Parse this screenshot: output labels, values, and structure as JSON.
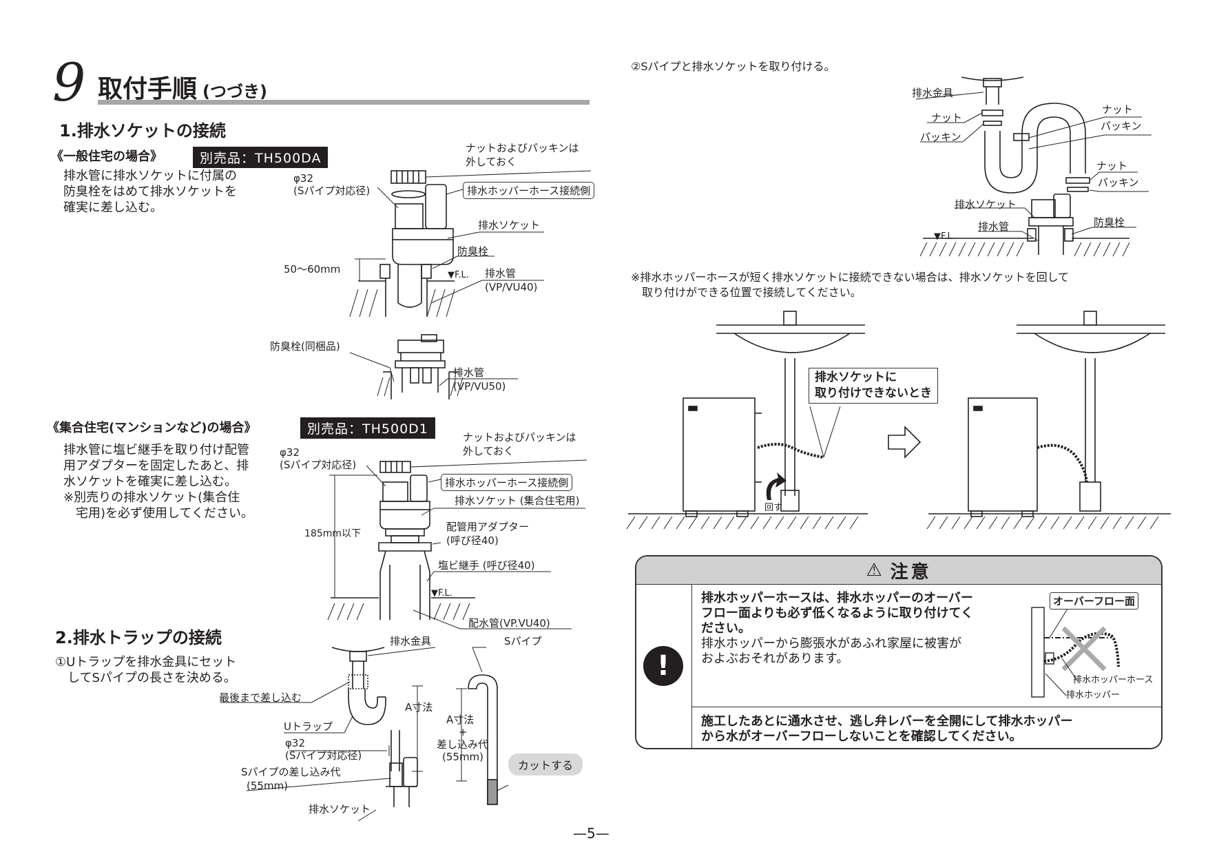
{
  "header": {
    "number": "9",
    "title": "取付手順",
    "subtitle": "(つづき)"
  },
  "sec1": {
    "title": "1.排水ソケットの接続",
    "general": {
      "heading": "《一般住宅の場合》",
      "tag": "別売品：TH500DA",
      "desc": [
        "排水管に排水ソケットに付属の",
        "防臭栓をはめて排水ソケットを",
        "確実に差し込む。"
      ],
      "labels": {
        "nut_note1": "ナットおよびパッキンは",
        "nut_note2": "外しておく",
        "phi": "φ32",
        "phi_sub": "(Sパイプ対応径)",
        "hopper_side": "排水ホッパーホース接続側",
        "socket": "排水ソケット",
        "odor_plug": "防臭栓",
        "dim": "50～60mm",
        "fl": "▼F.L.",
        "pipe": "排水管",
        "pipe_spec": "(VP/VU40)"
      },
      "sub_labels": {
        "plug": "防臭栓(同梱品)",
        "pipe": "排水管",
        "pipe_spec": "(VP/VU50)"
      }
    },
    "apartment": {
      "heading": "《集合住宅(マンションなど)の場合》",
      "tag": "別売品：TH500D1",
      "desc": [
        "排水管に塩ビ継手を取り付け配管",
        "用アダプターを固定したあと、排",
        "水ソケットを確実に差し込む。",
        "※別売りの排水ソケット(集合住",
        "　宅用)を必ず使用してください。"
      ],
      "labels": {
        "nut_note1": "ナットおよびパッキンは",
        "nut_note2": "外しておく",
        "phi": "φ32",
        "phi_sub": "(Sパイプ対応径)",
        "hopper_side": "排水ホッパーホース接続側",
        "socket": "排水ソケット (集合住宅用)",
        "dim": "185mm以下",
        "adapter1": "配管用アダプター",
        "adapter2": "(呼び径40)",
        "joint": "塩ビ継手 (呼び径40)",
        "fl": "▼F.L.",
        "pipe": "配水管(VP.VU40)"
      }
    }
  },
  "sec2": {
    "title": "2.排水トラップの接続",
    "step1": [
      "①Uトラップを排水金具にセット",
      "　してSパイプの長さを決める。"
    ],
    "labels": {
      "fitting": "排水金具",
      "spipe": "Sパイプ",
      "insert_full": "最後まで差し込む",
      "a_dim": "A寸法",
      "utrap": "Uトラップ",
      "phi": "φ32",
      "phi_sub": "(Sパイプ対応径)",
      "allowance1": "Sパイプの差し込み代",
      "allowance2": "(55mm)",
      "socket": "排水ソケット",
      "a_plus1": "A寸法",
      "a_plus2": "+",
      "a_plus3": "差し込み代",
      "a_plus4": "(55mm)",
      "cut": "カットする"
    }
  },
  "right": {
    "step2": "②Sパイプと排水ソケットを取り付ける。",
    "labels": {
      "fitting": "排水金具",
      "nut1": "ナット",
      "packing1": "パッキン",
      "nut2": "ナット",
      "packing2": "パッキン",
      "nut3": "ナット",
      "packing3": "パッキン",
      "socket": "排水ソケット",
      "fl": "▼F.L.",
      "pipe": "排水管",
      "plug": "防臭栓"
    },
    "note": [
      "※排水ホッパーホースが短く排水ソケットに接続できない場合は、排水ソケットを回して",
      "　取り付けができる位置で接続してください。"
    ],
    "callout": [
      "排水ソケットに",
      "取り付けできないとき"
    ],
    "rotate": "回す"
  },
  "caution": {
    "title": "注意",
    "bold": [
      "排水ホッパーホースは、排水ホッパーのオーバー",
      "フロー面よりも必ず低くなるように取り付けてく",
      "ださい。"
    ],
    "normal": [
      "排水ホッパーから膨張水があふれ家屋に被害が",
      "およぶおそれがあります。"
    ],
    "overflow_label": "オーバーフロー面",
    "hose_label": "排水ホッパーホース",
    "hopper_label": "排水ホッパー",
    "bottom": [
      "施工したあとに通水させ、逃し弁レバーを全開にして排水ホッパー",
      "から水がオーバーフローしないことを確認してください。"
    ]
  },
  "page_number": "—5—"
}
